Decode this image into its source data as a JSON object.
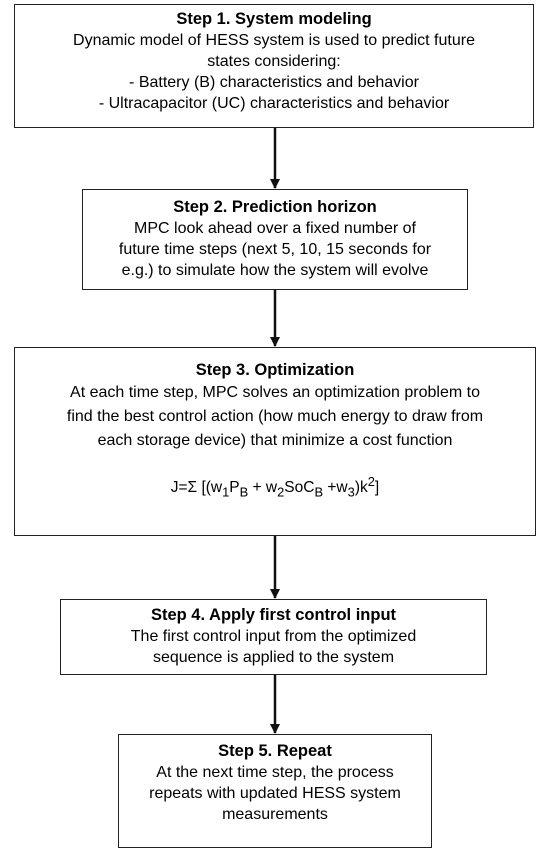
{
  "steps": [
    {
      "title": "Step 1. System modeling",
      "lines": [
        "Dynamic model of HESS system is used to predict future",
        "states considering:",
        "- Battery (B) characteristics and behavior",
        "- Ultracapacitor (UC) characteristics and behavior"
      ]
    },
    {
      "title": "Step 2. Prediction horizon",
      "lines": [
        "MPC look ahead over a fixed number of",
        "future time steps (next 5, 10, 15 seconds for",
        "e.g.) to simulate how the system will evolve"
      ]
    },
    {
      "title": "Step 3. Optimization",
      "lines": [
        "At each time step, MPC solves an optimization problem to",
        "find the best control action (how much energy to draw from",
        "each storage device) that minimize  a cost function"
      ],
      "formula": {
        "j": "J=Σ [(w",
        "s1": "1",
        "p": "P",
        "b1": "B",
        "plus1": " + w",
        "s2": "2",
        "soc": "SoC",
        "b2": "B",
        "plus2": " +w",
        "s3": "3",
        "k": ")k",
        "sup": "2",
        "close": "]"
      }
    },
    {
      "title": "Step 4. Apply first control input",
      "lines": [
        "The first control input from the optimized",
        "sequence is applied to the system"
      ]
    },
    {
      "title": "Step 5. Repeat",
      "lines": [
        "At the next time step, the process",
        "repeats with updated HESS system",
        "measurements"
      ]
    }
  ]
}
